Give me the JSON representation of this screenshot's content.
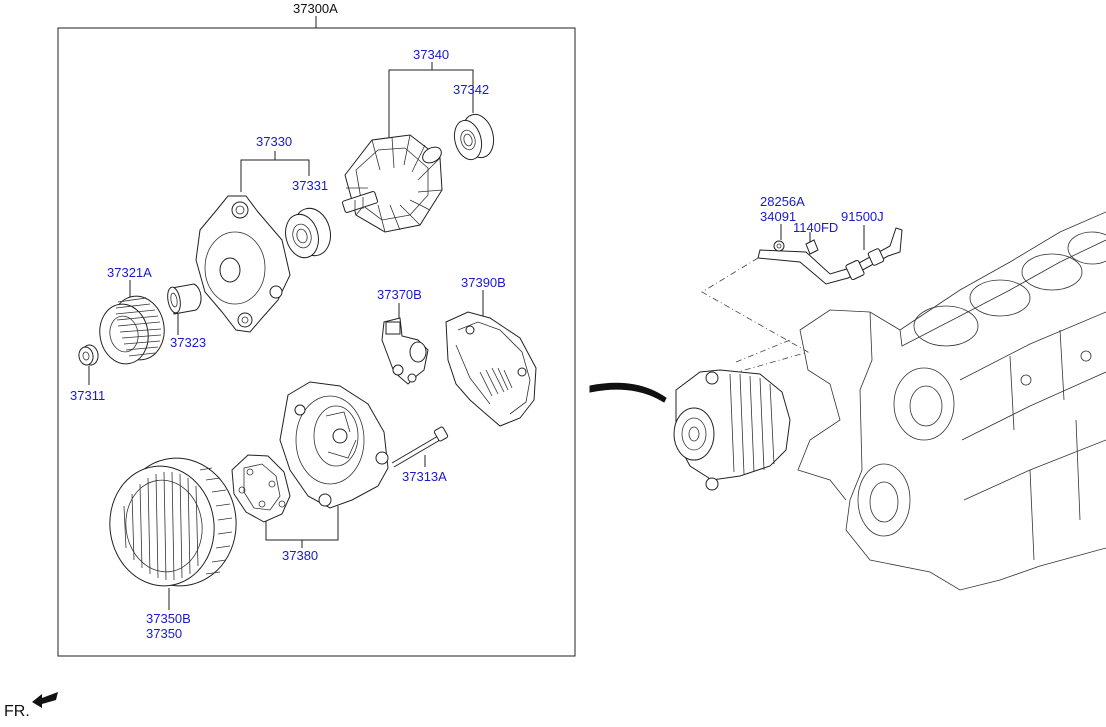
{
  "labels": {
    "assembly": "37300A",
    "rotor": "37340",
    "rotor_bearing": "37342",
    "front_bracket": "37330",
    "front_bearing": "37331",
    "pulley": "37321A",
    "spacer": "37323",
    "nut": "37311",
    "regulator": "37370B",
    "rear_cover": "37390B",
    "through_bolt": "37313A",
    "rectifier": "37380",
    "stator_a": "37350B",
    "stator_b": "37350",
    "bracket_a": "28256A",
    "bracket_b": "34091",
    "bolt": "1140FD",
    "wiring": "91500J"
  },
  "orientation": {
    "label": "FR."
  },
  "colors": {
    "label_blue": "#1a1acc",
    "line": "#222222"
  }
}
